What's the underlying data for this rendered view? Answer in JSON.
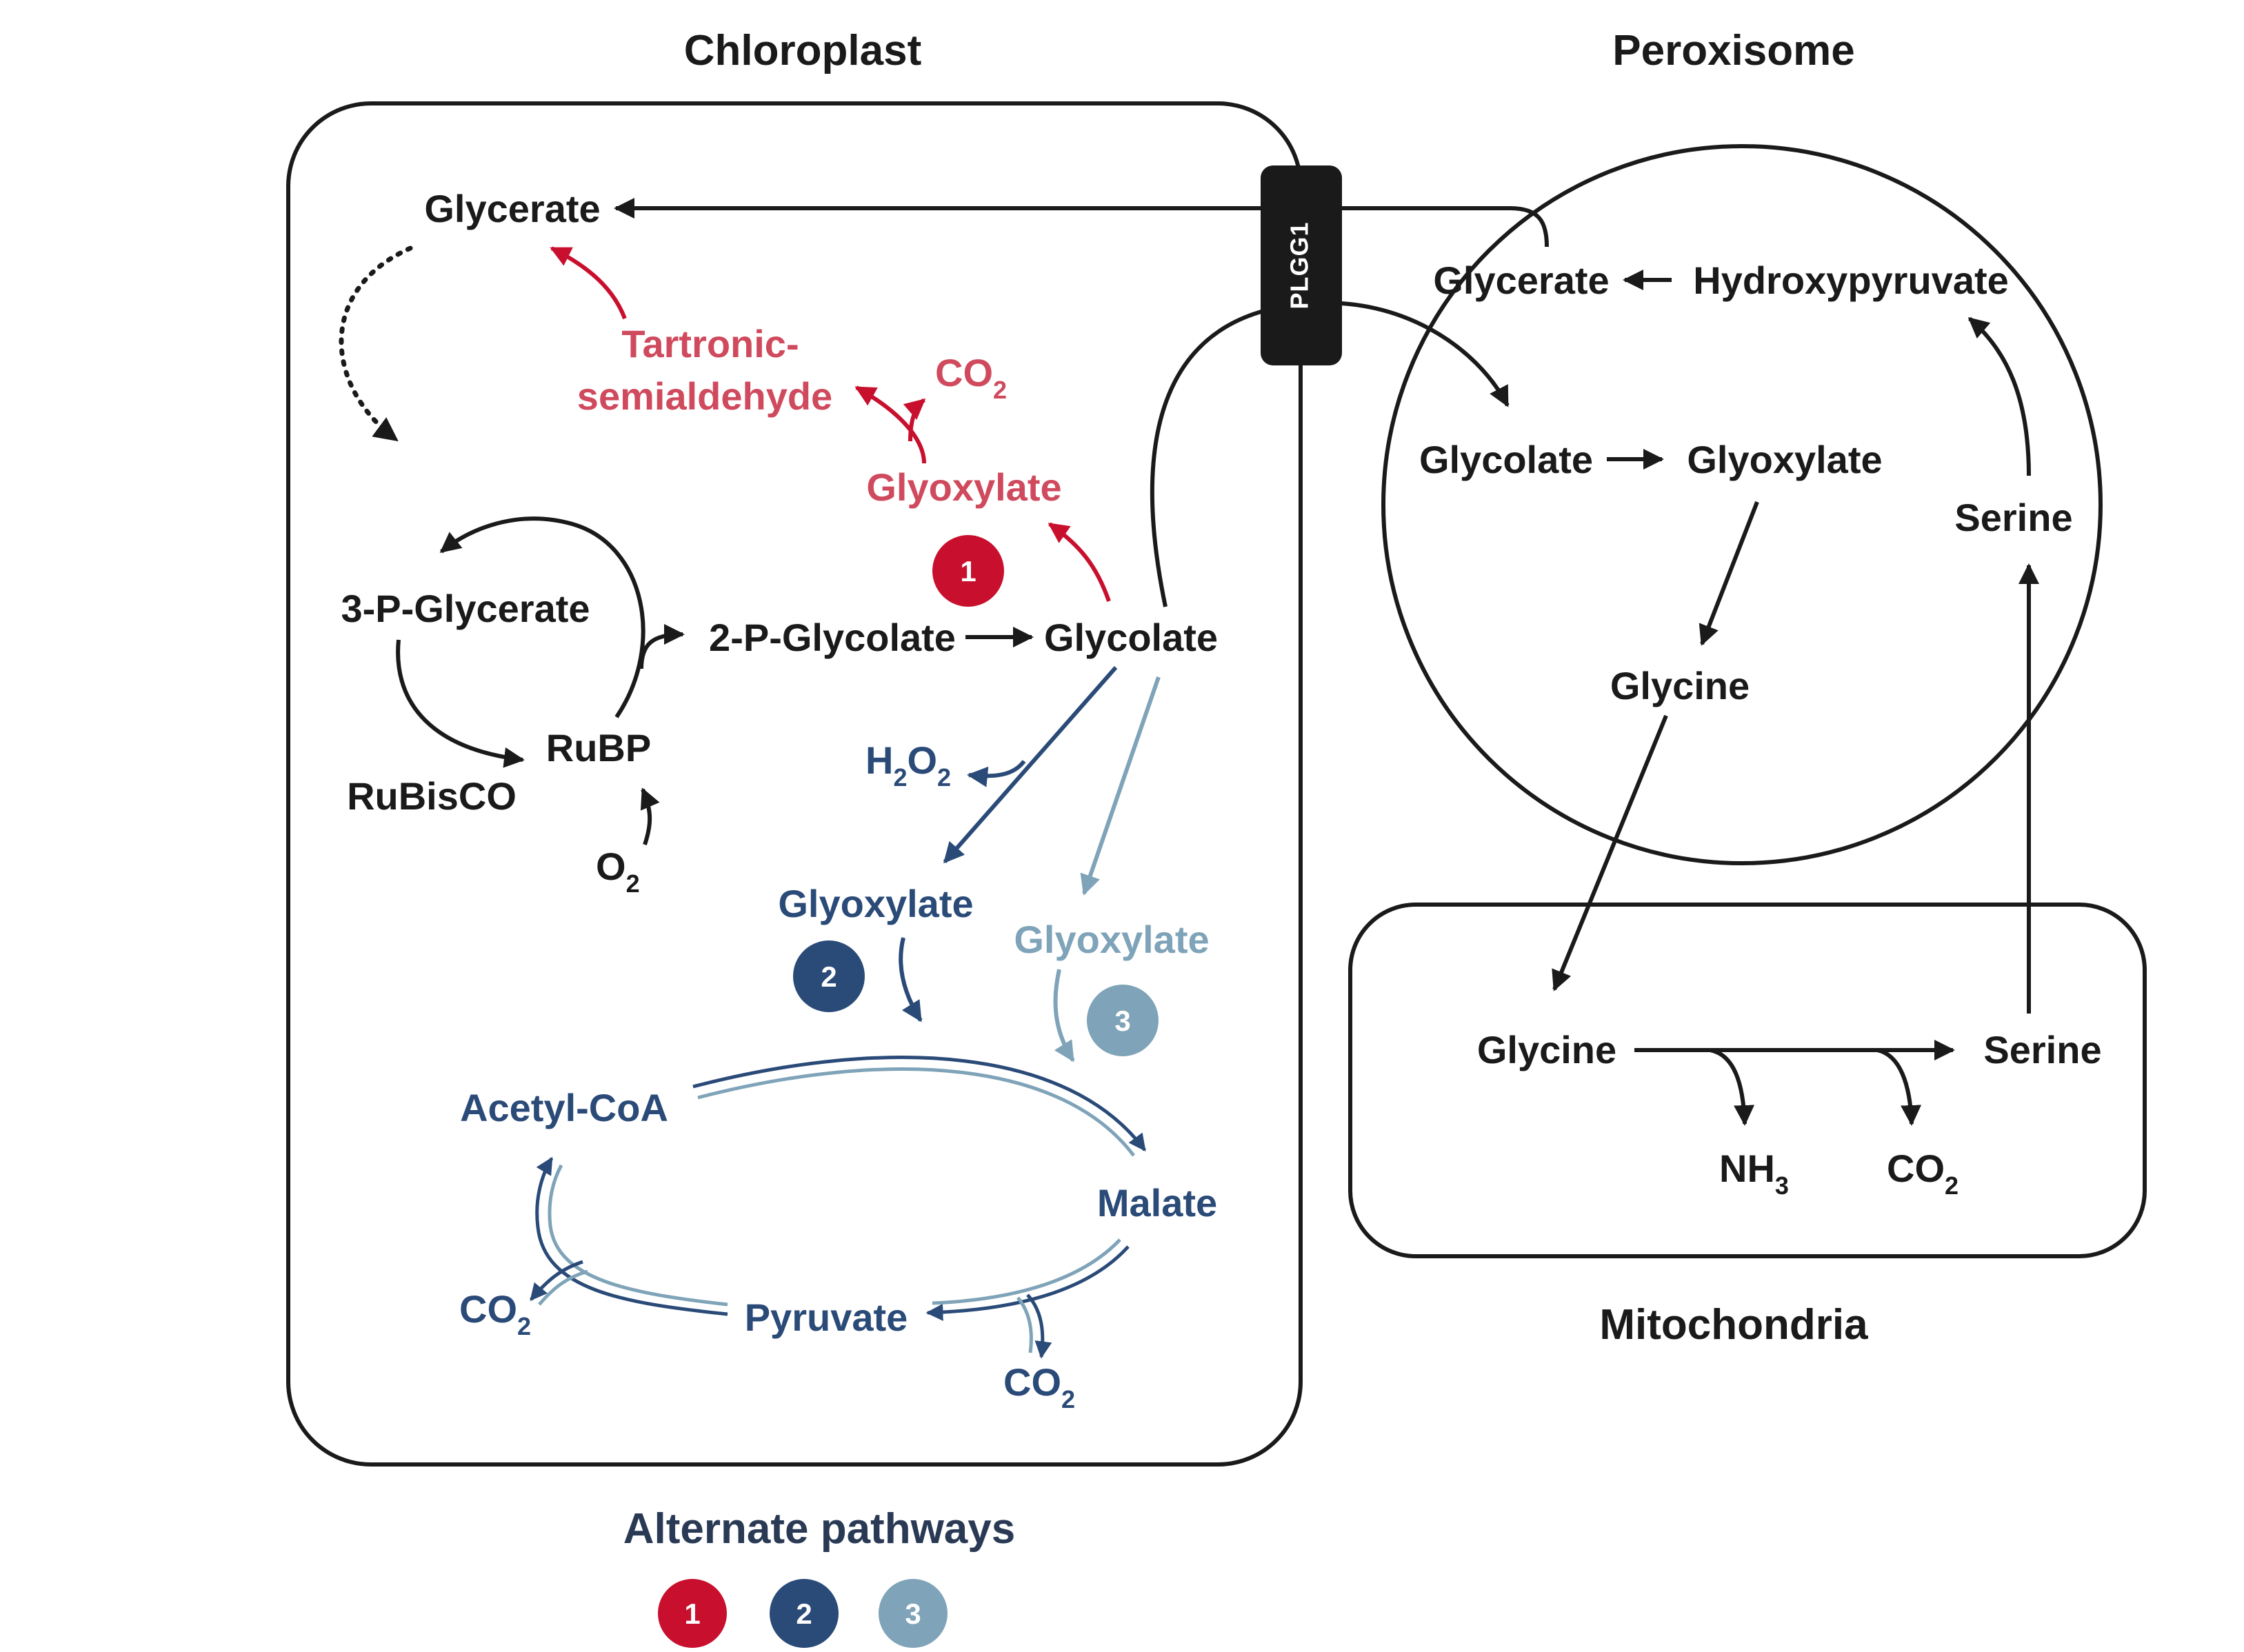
{
  "compartments": {
    "chloroplast": "Chloroplast",
    "peroxisome": "Peroxisome",
    "mitochondria": "Mitochondria"
  },
  "transporter": "PLGG1",
  "chloroplast": {
    "glycerate": "Glycerate",
    "tartronic_line1": "Tartronic-",
    "tartronic_line2": "semialdehyde",
    "co2_red": "CO",
    "glyoxylate_red": "Glyoxylate",
    "three_p_glycerate": "3-P-Glycerate",
    "two_p_glycolate": "2-P-Glycolate",
    "glycolate": "Glycolate",
    "rubp": "RuBP",
    "rubisco": "RuBisCO",
    "o2": "O",
    "h2o2_h": "H",
    "h2o2_o": "O",
    "glyoxylate_dark": "Glyoxylate",
    "glyoxylate_light": "Glyoxylate",
    "acetyl_coa": "Acetyl-CoA",
    "malate": "Malate",
    "pyruvate": "Pyruvate",
    "co2_left": "CO",
    "co2_bottom": "CO"
  },
  "peroxisome": {
    "glycerate": "Glycerate",
    "hydroxypyruvate": "Hydroxypyruvate",
    "glycolate": "Glycolate",
    "glyoxylate": "Glyoxylate",
    "serine": "Serine",
    "glycine": "Glycine"
  },
  "mitochondria": {
    "glycine": "Glycine",
    "serine": "Serine",
    "nh3": "NH",
    "co2": "CO"
  },
  "subscripts": {
    "two": "2",
    "three": "3"
  },
  "badges": {
    "one": "1",
    "two": "2",
    "three": "3"
  },
  "legend": {
    "title": "Alternate pathways",
    "items": [
      {
        "label": "1",
        "color": "#c8102e"
      },
      {
        "label": "2",
        "color": "#2a4a78"
      },
      {
        "label": "3",
        "color": "#7fa3b8"
      }
    ]
  },
  "colors": {
    "pathway1": "#c8102e",
    "pathway1_text": "#d04a5e",
    "pathway2": "#2a4a78",
    "pathway3": "#7fa3b8",
    "black": "#1a1a1a"
  }
}
